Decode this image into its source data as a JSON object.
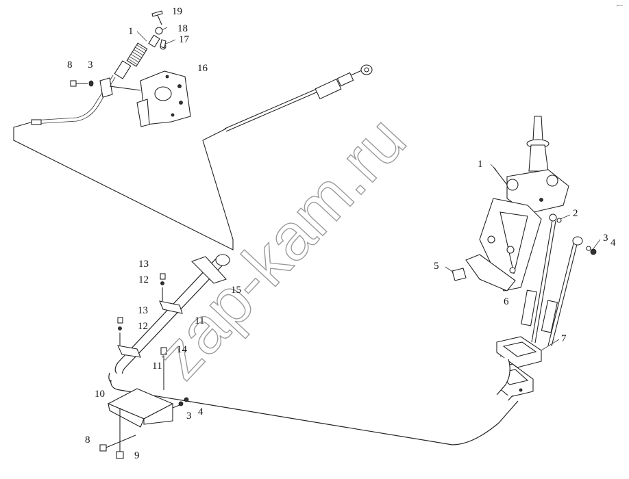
{
  "watermark": "zap-kam.ru",
  "corner_mark": "⌐–",
  "callouts": [
    {
      "id": "c-19",
      "text": "19"
    },
    {
      "id": "c-1a",
      "text": "1"
    },
    {
      "id": "c-18",
      "text": "18"
    },
    {
      "id": "c-17",
      "text": "17"
    },
    {
      "id": "c-8a",
      "text": "8"
    },
    {
      "id": "c-3a",
      "text": "3"
    },
    {
      "id": "c-16",
      "text": "16"
    },
    {
      "id": "c-1b",
      "text": "1"
    },
    {
      "id": "c-2",
      "text": "2"
    },
    {
      "id": "c-3b",
      "text": "3"
    },
    {
      "id": "c-4a",
      "text": "4"
    },
    {
      "id": "c-5",
      "text": "5"
    },
    {
      "id": "c-6",
      "text": "6"
    },
    {
      "id": "c-7",
      "text": "7"
    },
    {
      "id": "c-13a",
      "text": "13"
    },
    {
      "id": "c-12a",
      "text": "12"
    },
    {
      "id": "c-15",
      "text": "15"
    },
    {
      "id": "c-13b",
      "text": "13"
    },
    {
      "id": "c-12b",
      "text": "12"
    },
    {
      "id": "c-11a",
      "text": "11"
    },
    {
      "id": "c-14",
      "text": "14"
    },
    {
      "id": "c-11b",
      "text": "11"
    },
    {
      "id": "c-10",
      "text": "10"
    },
    {
      "id": "c-4b",
      "text": "4"
    },
    {
      "id": "c-3c",
      "text": "3"
    },
    {
      "id": "c-8b",
      "text": "8"
    },
    {
      "id": "c-9",
      "text": "9"
    }
  ]
}
